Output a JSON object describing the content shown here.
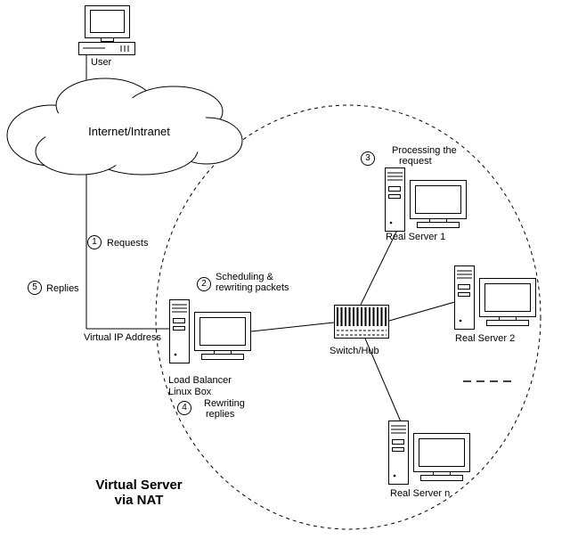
{
  "diagram": {
    "title_line1": "Virtual Server",
    "title_line2": "via NAT"
  },
  "nodes": {
    "user": "User",
    "cloud": "Internet/Intranet",
    "virtual_ip": "Virtual IP Address",
    "load_balancer_line1": "Load Balancer",
    "load_balancer_line2": "Linux Box",
    "switch_hub": "Switch/Hub",
    "real_server_1": "Real Server 1",
    "real_server_2": "Real Server 2",
    "real_server_n": "Real Server n"
  },
  "steps": {
    "requests": {
      "number": "1",
      "label": "Requests"
    },
    "scheduling": {
      "number": "2",
      "line1": "Scheduling &",
      "line2": "rewriting packets"
    },
    "processing": {
      "number": "3",
      "line1": "Processing the",
      "line2": "request"
    },
    "rewriting": {
      "number": "4",
      "line1": "Rewriting",
      "line2": "replies"
    },
    "replies": {
      "number": "5",
      "label": "Replies"
    }
  }
}
